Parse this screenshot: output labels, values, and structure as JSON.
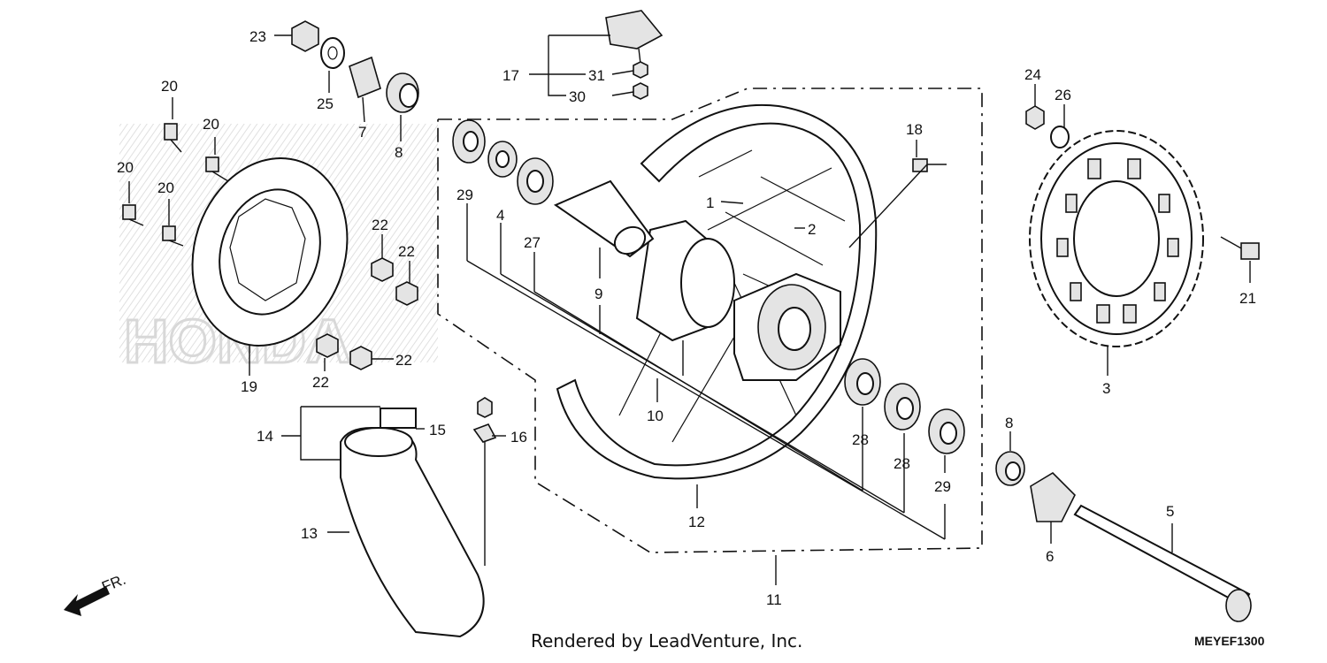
{
  "diagram": {
    "labels": [
      "23",
      "25",
      "7",
      "8",
      "20",
      "20",
      "20",
      "20",
      "19",
      "22",
      "22",
      "22",
      "22",
      "14",
      "15",
      "16",
      "13",
      "17",
      "31",
      "30",
      "29",
      "4",
      "27",
      "9",
      "10",
      "12",
      "11",
      "1",
      "2",
      "18",
      "28",
      "28",
      "29",
      "24",
      "26",
      "21",
      "3",
      "8",
      "6",
      "5"
    ],
    "watermark": "HONDA",
    "arrow_label": "FR.",
    "footer": "Rendered by LeadVenture, Inc.",
    "code": "MEYEF1300"
  }
}
